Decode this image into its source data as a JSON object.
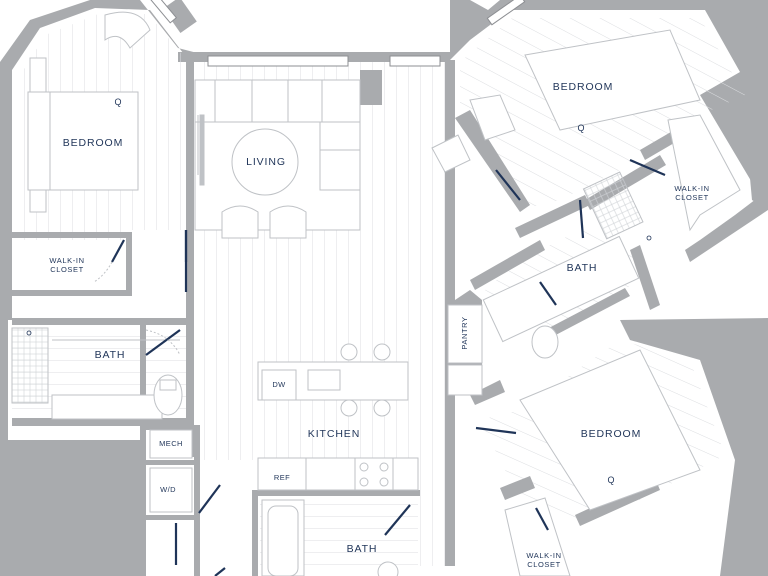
{
  "rooms": {
    "bedroom_nw": "BEDROOM",
    "bedroom_ne": "BEDROOM",
    "bedroom_se": "BEDROOM",
    "living": "LIVING",
    "kitchen": "KITCHEN",
    "bath_w": "BATH",
    "bath_ne": "BATH",
    "bath_s": "BATH",
    "walkin_w": "WALK-IN CLOSET",
    "walkin_ne": "WALK-IN CLOSET",
    "walkin_se": "WALK-IN CLOSET",
    "mech": "MECH",
    "wd": "W/D",
    "pantry": "PANTRY"
  },
  "fixtures": {
    "dw": "DW",
    "ref": "REF"
  },
  "bed_marker": "Q",
  "colors": {
    "wall": "#a9abae",
    "wall_dark": "#8d8f93",
    "floor_line": "#d4d6d9",
    "fixture": "#bfc2c6",
    "door": "#1f3458",
    "label": "#1f3458"
  }
}
